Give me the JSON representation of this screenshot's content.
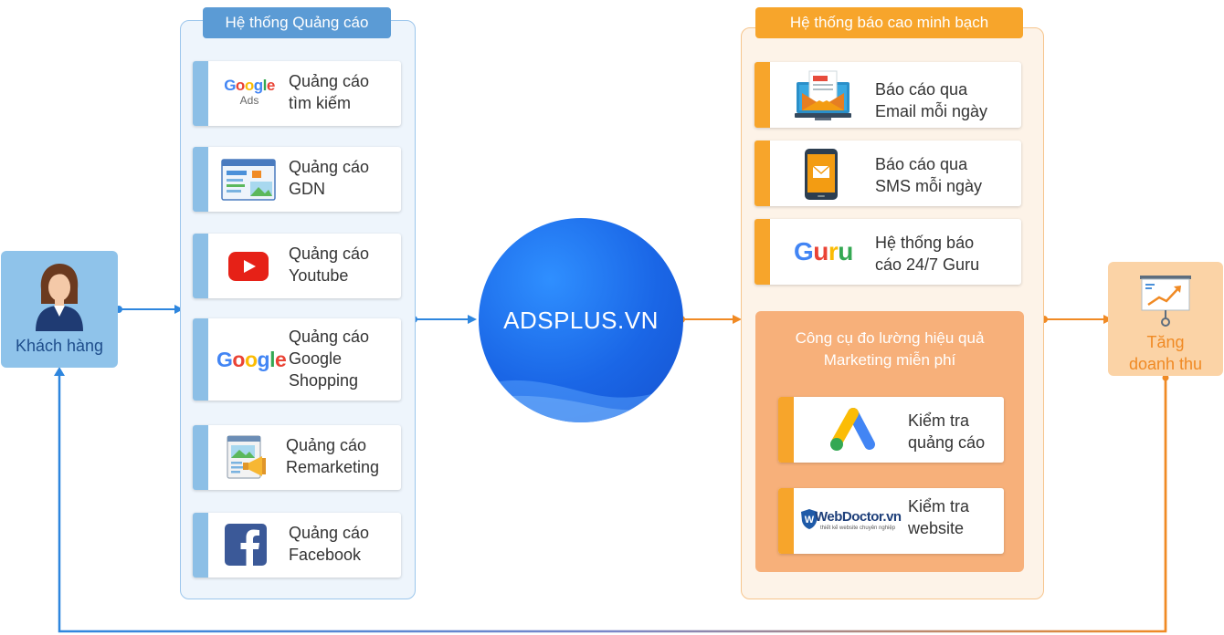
{
  "customer": {
    "label": "Khách hàng"
  },
  "growth": {
    "label": "Tăng\ndoanh thu"
  },
  "center": {
    "title": "ADSPLUS.VN"
  },
  "ads_system": {
    "title": "Hệ thống Quảng cáo",
    "items": [
      {
        "icon": "google-ads-logo",
        "logo_text": "Google",
        "logo_sub": "Ads",
        "label": "Quảng cáo\ntìm kiếm"
      },
      {
        "icon": "gdn-display-icon",
        "label": "Quảng cáo\nGDN"
      },
      {
        "icon": "youtube-icon",
        "label": "Quảng cáo\nYoutube"
      },
      {
        "icon": "google-logo",
        "logo_text": "Google",
        "label": "Quảng cáo\nGoogle\nShopping"
      },
      {
        "icon": "remarketing-megaphone-icon",
        "label": "Quảng cáo\nRemarketing"
      },
      {
        "icon": "facebook-icon",
        "label": "Quảng cáo\nFacebook"
      }
    ]
  },
  "report_system": {
    "title": "Hệ thống báo cao minh bạch",
    "items": [
      {
        "icon": "email-monitor-icon",
        "label": "Báo cáo qua\nEmail mỗi ngày"
      },
      {
        "icon": "sms-phone-icon",
        "label": "Báo cáo qua\nSMS mỗi ngày"
      },
      {
        "icon": "guru-logo",
        "logo_text": "Guru",
        "label": "Hệ thống báo\ncáo 24/7 Guru"
      }
    ]
  },
  "tools": {
    "title": "Công cụ đo lường hiệu quả\nMarketing miễn phí",
    "items": [
      {
        "icon": "google-ads-a-icon",
        "label": "Kiểm tra\nquảng cáo"
      },
      {
        "icon": "webdoctor-logo",
        "logo_text": "WebDoctor.vn",
        "logo_sub": "thiết kế website chuyên nghiệp",
        "label": "Kiểm tra\nwebsite"
      }
    ]
  },
  "colors": {
    "blue": "#2e86de",
    "orange": "#f08a24",
    "blue_panel": "#5b9bd5",
    "orange_panel": "#f7a52b"
  }
}
